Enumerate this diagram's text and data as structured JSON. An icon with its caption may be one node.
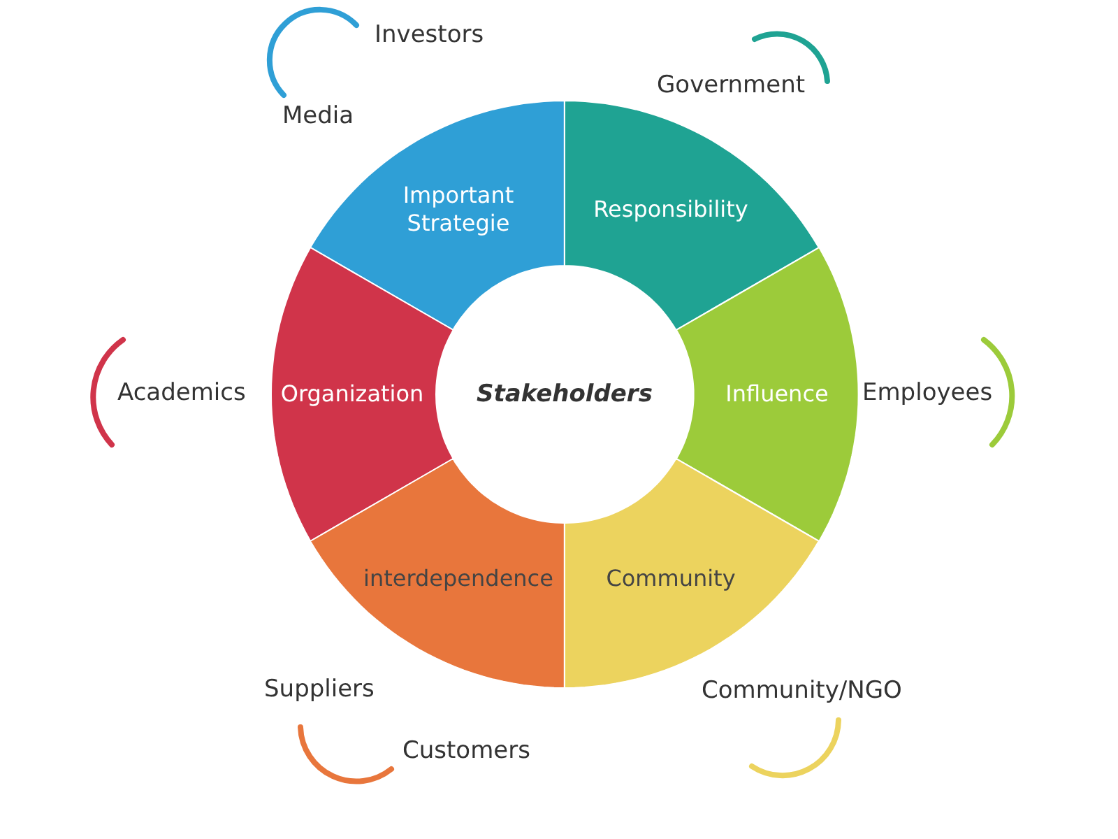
{
  "diagram": {
    "nodes": [
      {
        "text": [
          "Important Strategie"
        ]
      },
      {
        "text": [
          "Responsibility"
        ]
      },
      {
        "text": [
          "Organization"
        ]
      },
      {
        "text": [
          "Stakeholders"
        ]
      },
      {
        "text": [
          "Influence"
        ]
      },
      {
        "text": [
          "interdependence"
        ]
      },
      {
        "text": [
          "Community"
        ]
      }
    ],
    "labels": [
      "Investors",
      "Government",
      "Media",
      "Academics",
      "Employees",
      "Suppliers",
      "Community/NGO",
      "Customers"
    ]
  }
}
